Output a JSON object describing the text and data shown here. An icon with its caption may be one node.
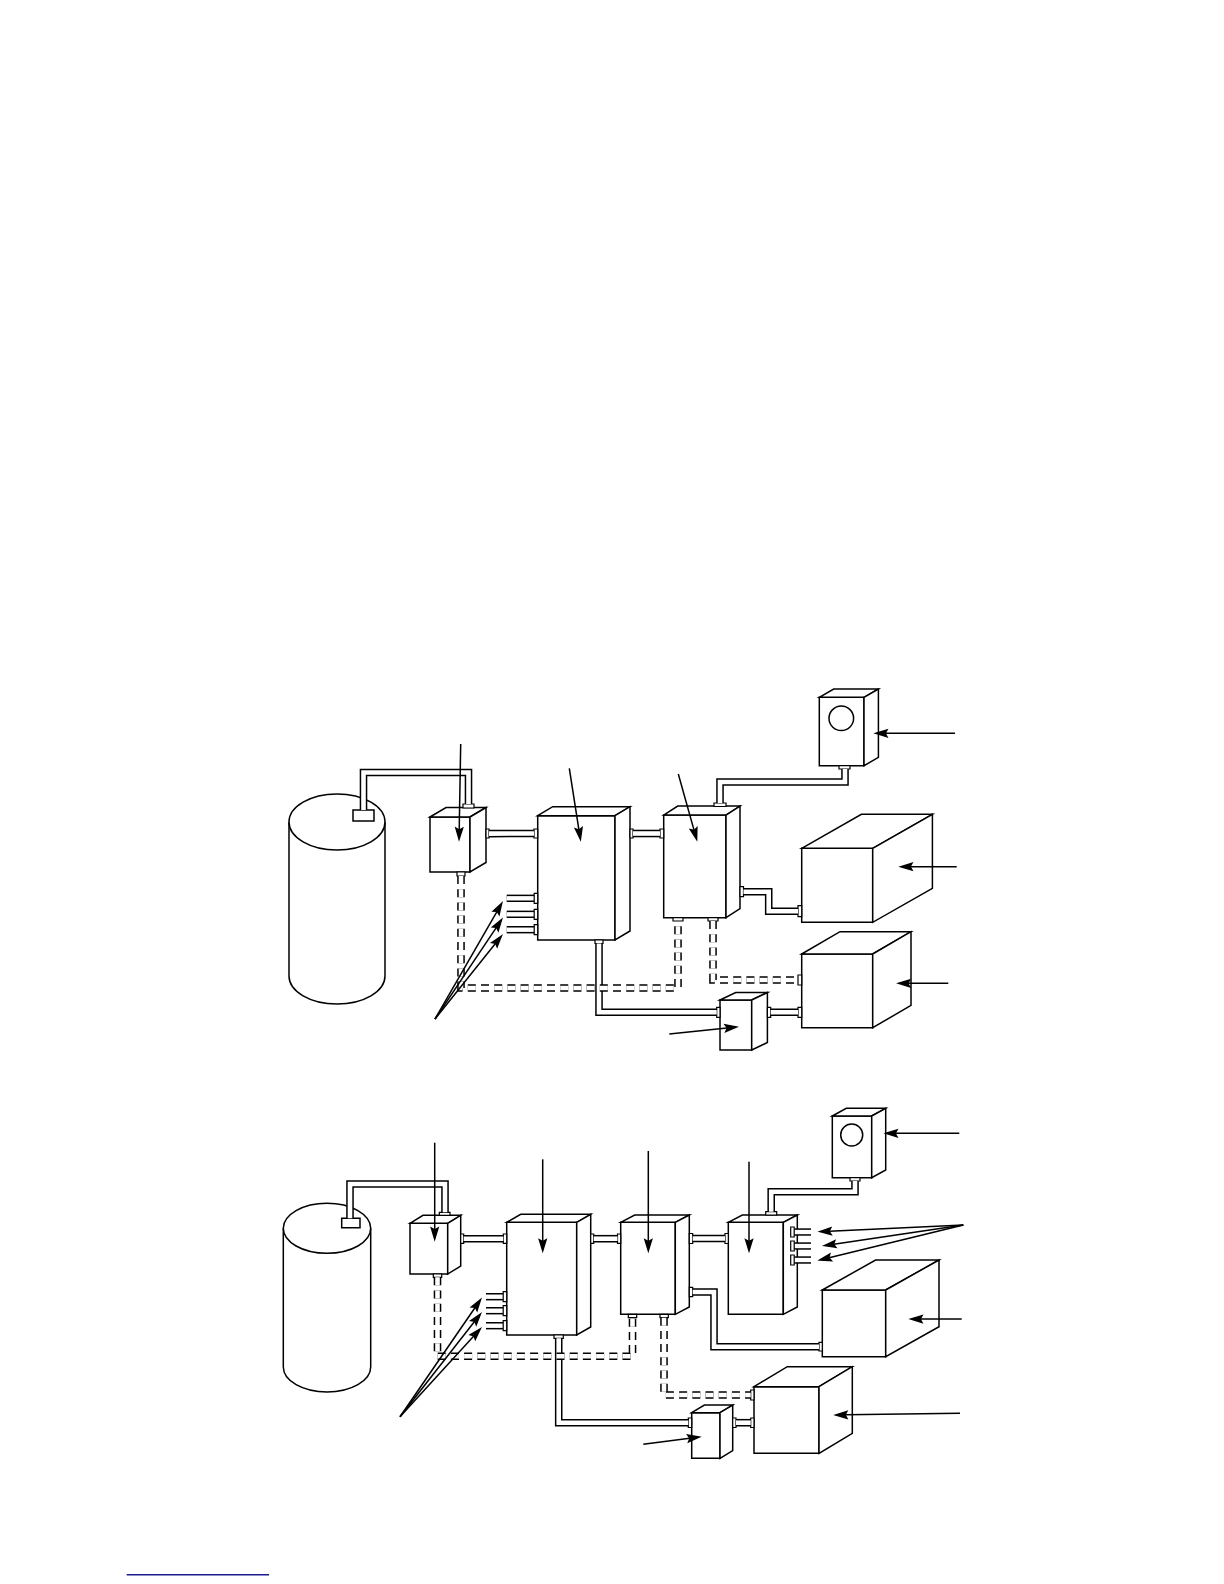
{
  "diagram": {
    "nodes": [
      {
        "text": [],
        "shape": "cylinder"
      },
      {
        "text": [],
        "shape": "box"
      },
      {
        "text": [],
        "shape": "box"
      },
      {
        "text": [],
        "shape": "box"
      },
      {
        "text": [],
        "shape": "box"
      },
      {
        "text": [],
        "shape": "box"
      },
      {
        "text": [],
        "shape": "box"
      },
      {
        "text": [],
        "shape": "box"
      },
      {
        "text": [],
        "shape": "pipe"
      },
      {
        "text": [],
        "shape": "pipe"
      },
      {
        "text": [],
        "shape": "pipe"
      },
      {
        "text": [],
        "shape": "cylinder"
      },
      {
        "text": [],
        "shape": "box"
      },
      {
        "text": [],
        "shape": "box"
      },
      {
        "text": [],
        "shape": "box"
      },
      {
        "text": [],
        "shape": "box"
      },
      {
        "text": [],
        "shape": "box"
      },
      {
        "text": [],
        "shape": "box"
      },
      {
        "text": [],
        "shape": "box"
      },
      {
        "text": [],
        "shape": "box"
      },
      {
        "text": [],
        "shape": "pipe"
      },
      {
        "text": [],
        "shape": "pipe"
      },
      {
        "text": [],
        "shape": "pipe"
      },
      {
        "text": [],
        "shape": "pipe"
      },
      {
        "text": [],
        "shape": "pipe"
      },
      {
        "text": [],
        "shape": "pipe"
      }
    ],
    "edges": [
      {
        "from": 0,
        "to": 1,
        "arrow": "none",
        "style": "thick"
      },
      {
        "from": 1,
        "to": 2,
        "arrow": "none",
        "style": "thick"
      },
      {
        "from": 2,
        "to": 3,
        "arrow": "none",
        "style": "thick"
      },
      {
        "from": 3,
        "to": 4,
        "arrow": "none",
        "style": "thick"
      },
      {
        "from": 3,
        "to": 5,
        "arrow": "none",
        "style": "thick"
      },
      {
        "from": 2,
        "to": 7,
        "arrow": "none",
        "style": "thick"
      },
      {
        "from": 7,
        "to": 6,
        "arrow": "none",
        "style": "thick"
      },
      {
        "from": 1,
        "to": 3,
        "arrow": "none",
        "style": "dashed"
      },
      {
        "from": 3,
        "to": 6,
        "arrow": "none",
        "style": "dashed"
      },
      {
        "from": null,
        "to": 1,
        "arrow": "to"
      },
      {
        "from": null,
        "to": 2,
        "arrow": "to"
      },
      {
        "from": null,
        "to": 3,
        "arrow": "to"
      },
      {
        "from": null,
        "to": 4,
        "arrow": "to"
      },
      {
        "from": null,
        "to": 5,
        "arrow": "to"
      },
      {
        "from": null,
        "to": 6,
        "arrow": "to"
      },
      {
        "from": null,
        "to": 7,
        "arrow": "to"
      },
      {
        "from": null,
        "to": 8,
        "arrow": "to"
      },
      {
        "from": null,
        "to": 9,
        "arrow": "to"
      },
      {
        "from": null,
        "to": 10,
        "arrow": "to"
      },
      {
        "from": 11,
        "to": 12,
        "arrow": "none",
        "style": "thick"
      },
      {
        "from": 12,
        "to": 13,
        "arrow": "none",
        "style": "thick"
      },
      {
        "from": 13,
        "to": 14,
        "arrow": "none",
        "style": "thick"
      },
      {
        "from": 14,
        "to": 16,
        "arrow": "none",
        "style": "thick"
      },
      {
        "from": 16,
        "to": 15,
        "arrow": "none",
        "style": "thick"
      },
      {
        "from": 14,
        "to": 17,
        "arrow": "none",
        "style": "thick"
      },
      {
        "from": 13,
        "to": 19,
        "arrow": "none",
        "style": "thick"
      },
      {
        "from": 19,
        "to": 18,
        "arrow": "none",
        "style": "thick"
      },
      {
        "from": 12,
        "to": 14,
        "arrow": "none",
        "style": "dashed"
      },
      {
        "from": 14,
        "to": 18,
        "arrow": "none",
        "style": "dashed"
      },
      {
        "from": null,
        "to": 12,
        "arrow": "to"
      },
      {
        "from": null,
        "to": 13,
        "arrow": "to"
      },
      {
        "from": null,
        "to": 14,
        "arrow": "to"
      },
      {
        "from": null,
        "to": 16,
        "arrow": "to"
      },
      {
        "from": null,
        "to": 15,
        "arrow": "to"
      },
      {
        "from": null,
        "to": 20,
        "arrow": "to"
      },
      {
        "from": null,
        "to": 21,
        "arrow": "to"
      },
      {
        "from": null,
        "to": 22,
        "arrow": "to"
      },
      {
        "from": null,
        "to": 23,
        "arrow": "to"
      },
      {
        "from": null,
        "to": 24,
        "arrow": "to"
      },
      {
        "from": null,
        "to": 25,
        "arrow": "to"
      },
      {
        "from": null,
        "to": 17,
        "arrow": "to"
      },
      {
        "from": null,
        "to": 18,
        "arrow": "to"
      },
      {
        "from": null,
        "to": 19,
        "arrow": "to"
      }
    ]
  }
}
